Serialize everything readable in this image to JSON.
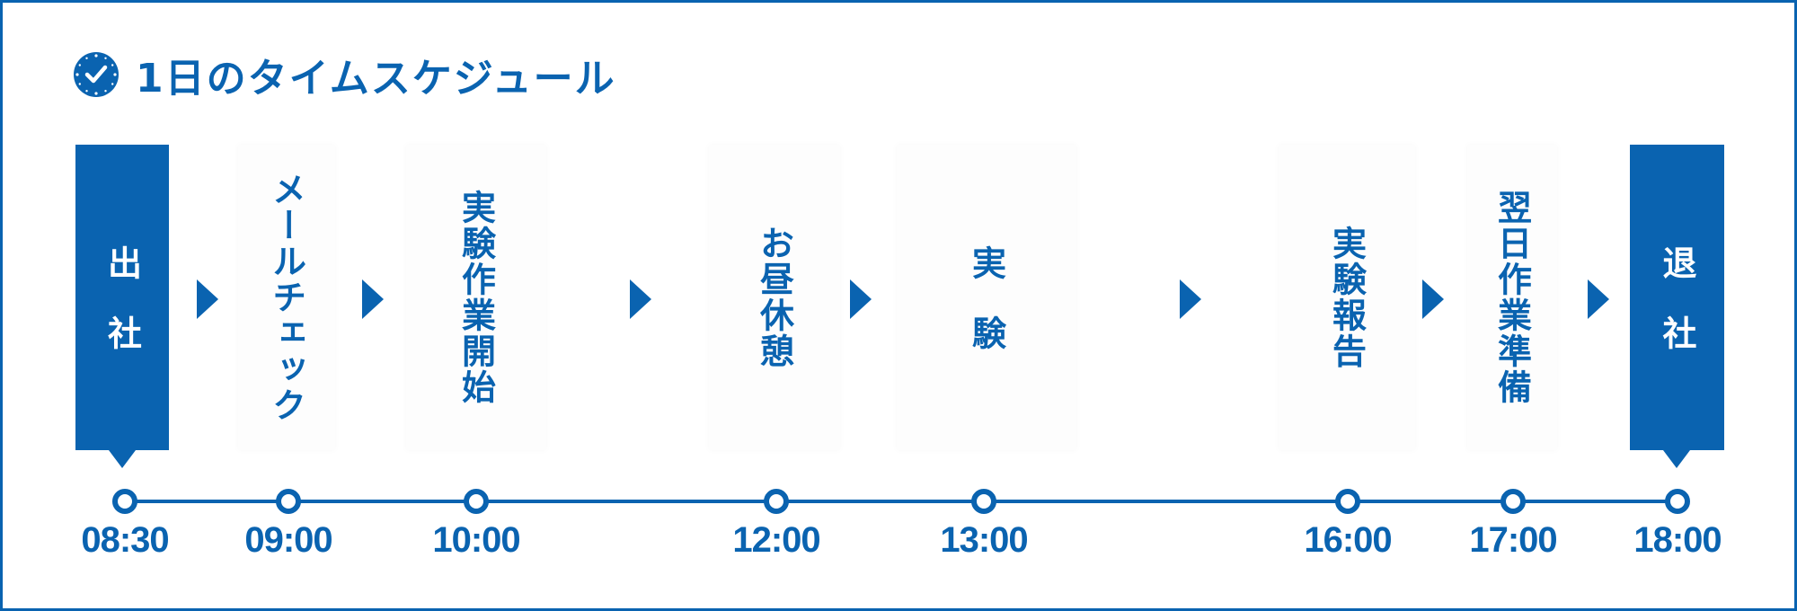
{
  "title": "1日のタイムスケジュール",
  "icons": {
    "clock": "clock-icon",
    "arrow": "triangle-right-icon"
  },
  "colors": {
    "accent": "#0a63b0",
    "card_bg": "#fdfdfd",
    "background": "#ffffff"
  },
  "events": [
    {
      "label": "出社",
      "time": "08:30",
      "highlight": true
    },
    {
      "label": "メールチェック",
      "time": "09:00",
      "highlight": false
    },
    {
      "label": "実験作業開始",
      "time": "10:00",
      "highlight": false
    },
    {
      "label": "お昼休憩",
      "time": "12:00",
      "highlight": false
    },
    {
      "label": "実験",
      "time": "13:00",
      "highlight": false
    },
    {
      "label": "実験報告",
      "time": "16:00",
      "highlight": false
    },
    {
      "label": "翌日作業準備",
      "time": "17:00",
      "highlight": false
    },
    {
      "label": "退社",
      "time": "18:00",
      "highlight": true
    }
  ]
}
